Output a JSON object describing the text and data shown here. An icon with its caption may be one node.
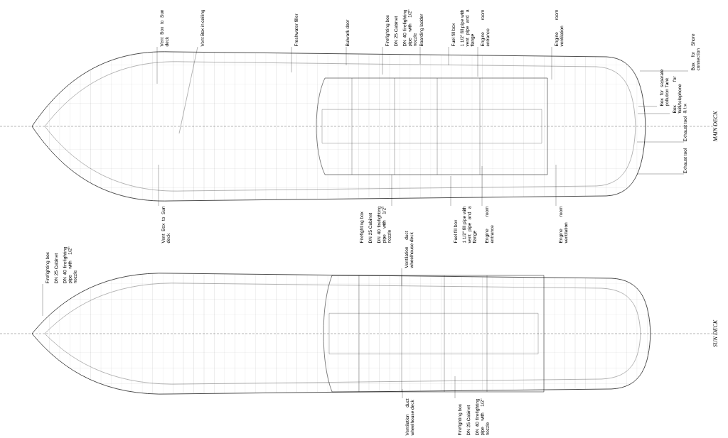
{
  "diagram": {
    "nodes": [
      {
        "text": [
          "Vent Box to Sun deck"
        ]
      },
      {
        "text": [
          "Vent Box in ceiling"
        ]
      },
      {
        "text": [
          "Freshwater filler"
        ]
      },
      {
        "text": [
          "Bulwark door"
        ]
      },
      {
        "text": [
          "Firefighting box",
          "DN 25 Cabinet",
          "DN 40 firefighting pipe with 1/2\" nozzle"
        ]
      },
      {
        "text": [
          "Boarding ladder"
        ]
      },
      {
        "text": [
          "Fuel fill box",
          "1 1/2\" fill pipe with vent pipe and a flange"
        ]
      },
      {
        "text": [
          "Engine room entrance"
        ]
      },
      {
        "text": [
          "Engine room ventilation"
        ]
      },
      {
        "text": [
          "Box for Shore connection"
        ]
      },
      {
        "text": [
          "Box for separate pollution Tank"
        ]
      },
      {
        "text": [
          "Box for Wifi/telephone & t.v."
        ]
      },
      {
        "text": [
          "Exhaust tool"
        ]
      },
      {
        "text": [
          "Exhaust tool"
        ]
      },
      {
        "text": [
          "Vent Box to Sun deck"
        ]
      },
      {
        "text": [
          "Firefighting box",
          "DN 25 Cabinet",
          "DN 40 firefighting pipe with 1/2\" nozzle"
        ]
      },
      {
        "text": [
          "Fuel fill box",
          "1 1/2\" fill pipe with vent pipe and a flange"
        ]
      },
      {
        "text": [
          "Engine room entrance"
        ]
      },
      {
        "text": [
          "Engine room ventilation"
        ]
      },
      {
        "text": [
          "Firefighting box",
          "DN 25 Cabinet",
          "DN 40 firefighting pipe with 1/2\" nozzle"
        ]
      },
      {
        "text": [
          "Ventilation duct wheelhouse deck"
        ]
      },
      {
        "text": [
          "Ventilation duct wheelhouse deck"
        ]
      },
      {
        "text": [
          "Firefighting box",
          "DN 25 Cabinet",
          "DN 40 firefighting pipe with 1/2\" nozzle"
        ]
      }
    ],
    "edges": [
      {
        "from": 0,
        "to": null,
        "arrow": "none"
      },
      {
        "from": 1,
        "to": null,
        "arrow": "none"
      },
      {
        "from": 2,
        "to": null,
        "arrow": "none"
      },
      {
        "from": 3,
        "to": null,
        "arrow": "none"
      },
      {
        "from": 4,
        "to": null,
        "arrow": "none"
      },
      {
        "from": 5,
        "to": null,
        "arrow": "none"
      },
      {
        "from": 6,
        "to": null,
        "arrow": "none"
      },
      {
        "from": 7,
        "to": null,
        "arrow": "none"
      },
      {
        "from": 8,
        "to": null,
        "arrow": "none"
      },
      {
        "from": 9,
        "to": null,
        "arrow": "none"
      },
      {
        "from": 10,
        "to": null,
        "arrow": "none"
      },
      {
        "from": 11,
        "to": null,
        "arrow": "none"
      },
      {
        "from": 12,
        "to": null,
        "arrow": "none"
      },
      {
        "from": 13,
        "to": null,
        "arrow": "none"
      },
      {
        "from": 14,
        "to": null,
        "arrow": "none"
      },
      {
        "from": 15,
        "to": null,
        "arrow": "none"
      },
      {
        "from": 16,
        "to": null,
        "arrow": "none"
      },
      {
        "from": 17,
        "to": null,
        "arrow": "none"
      },
      {
        "from": 18,
        "to": null,
        "arrow": "none"
      },
      {
        "from": 19,
        "to": null,
        "arrow": "none"
      },
      {
        "from": 20,
        "to": null,
        "arrow": "none"
      },
      {
        "from": 21,
        "to": null,
        "arrow": "none"
      },
      {
        "from": 22,
        "to": null,
        "arrow": "none"
      }
    ],
    "labels": [
      "MAIN DECK",
      "SUN DECK"
    ]
  }
}
